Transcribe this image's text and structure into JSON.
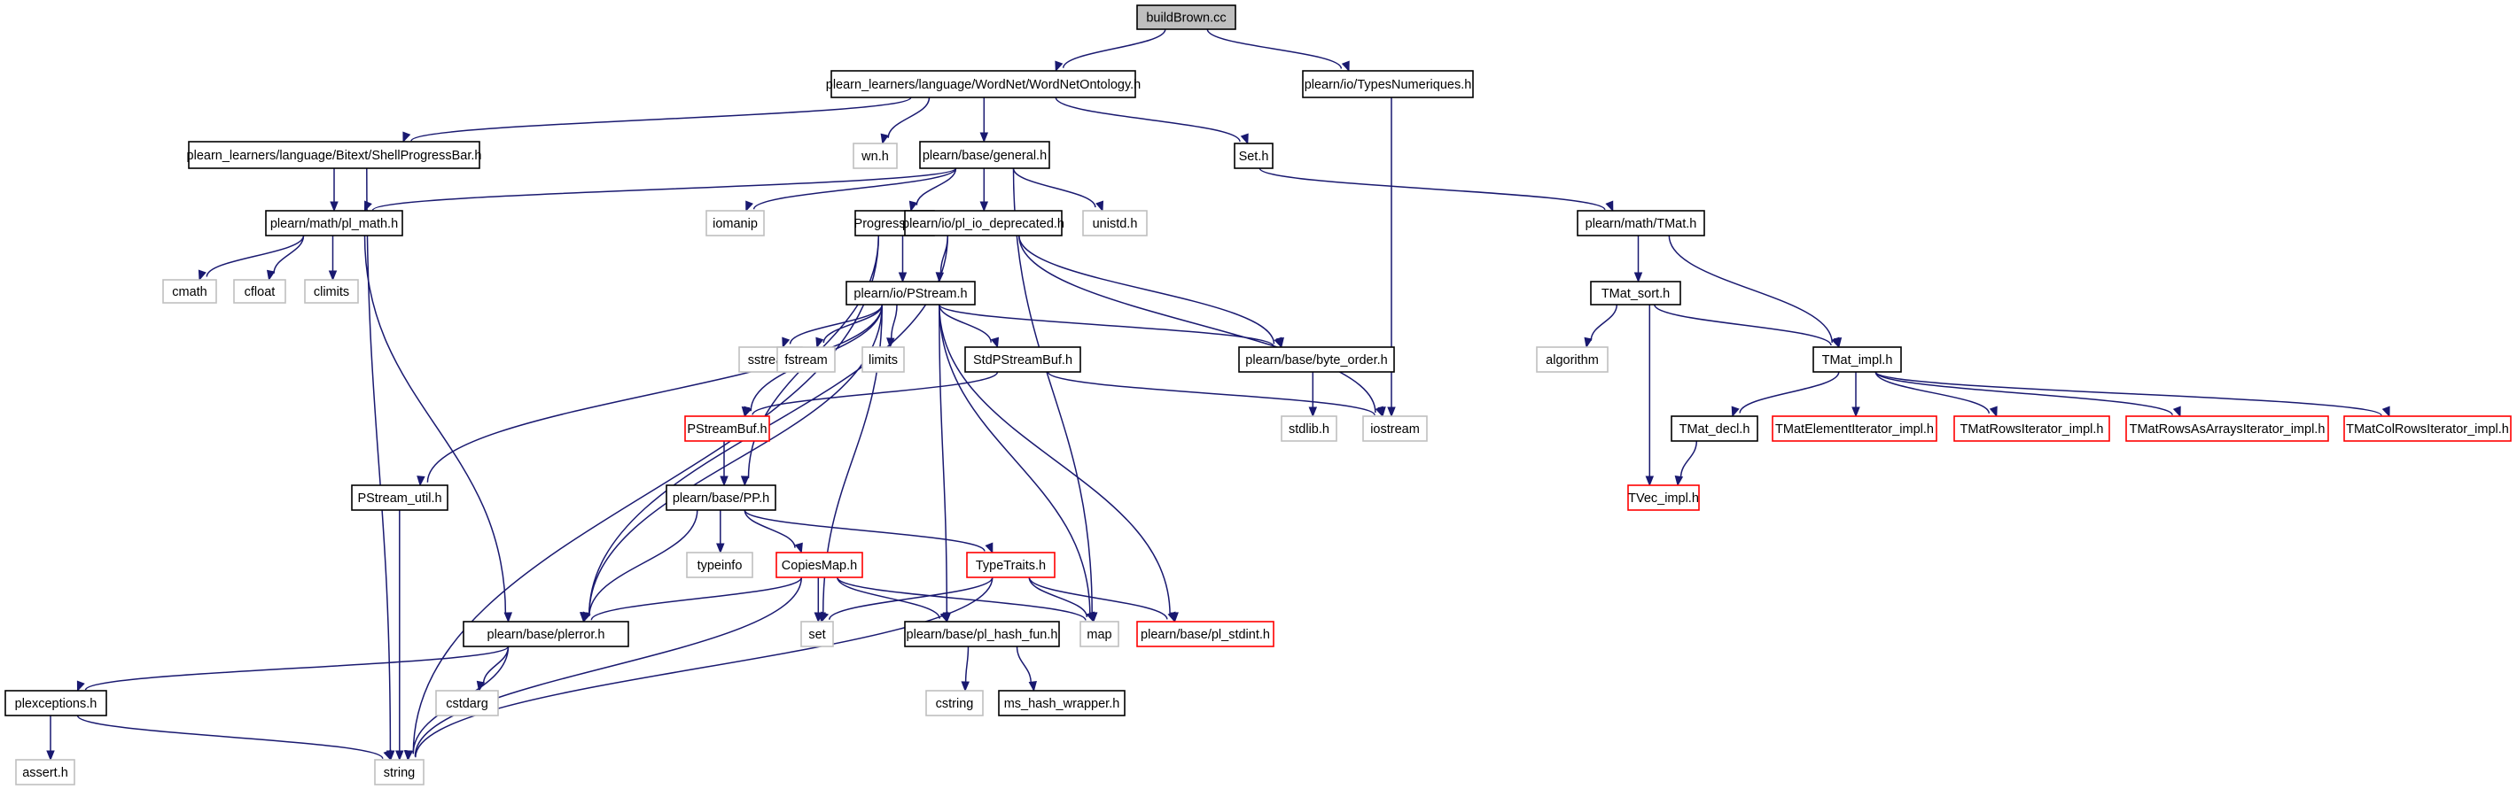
{
  "graph": {
    "title": "buildBrown.cc",
    "colors": {
      "edge": "#191970",
      "root_fill": "#bfbfbf",
      "normal_border": "#000000",
      "missing_border": "#bfbfbf",
      "truncated_border": "#ff0000"
    },
    "nodes": [
      {
        "id": "buildBrown",
        "label": "buildBrown.cc",
        "kind": "root"
      },
      {
        "id": "wordnetonto",
        "label": "plearn_learners/language/WordNet/WordNetOntology.h",
        "kind": "normal"
      },
      {
        "id": "typesnum",
        "label": "plearn/io/TypesNumeriques.h",
        "kind": "normal"
      },
      {
        "id": "shellprog",
        "label": "plearn_learners/language/Bitext/ShellProgressBar.h",
        "kind": "normal"
      },
      {
        "id": "wnh",
        "label": "wn.h",
        "kind": "missing"
      },
      {
        "id": "general",
        "label": "plearn/base/general.h",
        "kind": "normal"
      },
      {
        "id": "seth",
        "label": "Set.h",
        "kind": "normal"
      },
      {
        "id": "plmath",
        "label": "plearn/math/pl_math.h",
        "kind": "normal"
      },
      {
        "id": "iomanip",
        "label": "iomanip",
        "kind": "missing"
      },
      {
        "id": "progressbar",
        "label": "ProgressBar.h",
        "kind": "normal"
      },
      {
        "id": "pliodep",
        "label": "plearn/io/pl_io_deprecated.h",
        "kind": "normal"
      },
      {
        "id": "unistd",
        "label": "unistd.h",
        "kind": "missing"
      },
      {
        "id": "tmat",
        "label": "plearn/math/TMat.h",
        "kind": "normal"
      },
      {
        "id": "cmath",
        "label": "cmath",
        "kind": "missing"
      },
      {
        "id": "cfloat",
        "label": "cfloat",
        "kind": "missing"
      },
      {
        "id": "climits",
        "label": "climits",
        "kind": "missing"
      },
      {
        "id": "pstream",
        "label": "plearn/io/PStream.h",
        "kind": "normal"
      },
      {
        "id": "tmatsort",
        "label": "TMat_sort.h",
        "kind": "normal"
      },
      {
        "id": "sstream",
        "label": "sstream",
        "kind": "missing"
      },
      {
        "id": "fstream",
        "label": "fstream",
        "kind": "missing"
      },
      {
        "id": "limits",
        "label": "limits",
        "kind": "missing"
      },
      {
        "id": "stdpsbuf",
        "label": "StdPStreamBuf.h",
        "kind": "normal"
      },
      {
        "id": "byteorder",
        "label": "plearn/base/byte_order.h",
        "kind": "normal"
      },
      {
        "id": "algorithm",
        "label": "algorithm",
        "kind": "missing"
      },
      {
        "id": "tmatimpl",
        "label": "TMat_impl.h",
        "kind": "normal"
      },
      {
        "id": "psbuf",
        "label": "PStreamBuf.h",
        "kind": "truncated"
      },
      {
        "id": "stdlib",
        "label": "stdlib.h",
        "kind": "missing"
      },
      {
        "id": "iostream",
        "label": "iostream",
        "kind": "missing"
      },
      {
        "id": "tmatdecl",
        "label": "TMat_decl.h",
        "kind": "normal"
      },
      {
        "id": "tmatelit",
        "label": "TMatElementIterator_impl.h",
        "kind": "truncated"
      },
      {
        "id": "tmatrowsit",
        "label": "TMatRowsIterator_impl.h",
        "kind": "truncated"
      },
      {
        "id": "tmatrowsarr",
        "label": "TMatRowsAsArraysIterator_impl.h",
        "kind": "truncated"
      },
      {
        "id": "tmatcolrows",
        "label": "TMatColRowsIterator_impl.h",
        "kind": "truncated"
      },
      {
        "id": "psutil",
        "label": "PStream_util.h",
        "kind": "normal"
      },
      {
        "id": "pp",
        "label": "plearn/base/PP.h",
        "kind": "normal"
      },
      {
        "id": "tvecimpl",
        "label": "TVec_impl.h",
        "kind": "truncated"
      },
      {
        "id": "typeinfo",
        "label": "typeinfo",
        "kind": "missing"
      },
      {
        "id": "copiesmap",
        "label": "CopiesMap.h",
        "kind": "truncated"
      },
      {
        "id": "typetraits",
        "label": "TypeTraits.h",
        "kind": "truncated"
      },
      {
        "id": "plerror",
        "label": "plearn/base/plerror.h",
        "kind": "normal"
      },
      {
        "id": "set",
        "label": "set",
        "kind": "missing"
      },
      {
        "id": "plhashfun",
        "label": "plearn/base/pl_hash_fun.h",
        "kind": "normal"
      },
      {
        "id": "map",
        "label": "map",
        "kind": "missing"
      },
      {
        "id": "plstdint",
        "label": "plearn/base/pl_stdint.h",
        "kind": "truncated"
      },
      {
        "id": "plexceptions",
        "label": "plexceptions.h",
        "kind": "normal"
      },
      {
        "id": "cstdarg",
        "label": "cstdarg",
        "kind": "missing"
      },
      {
        "id": "cstring",
        "label": "cstring",
        "kind": "missing"
      },
      {
        "id": "mshash",
        "label": "ms_hash_wrapper.h",
        "kind": "normal"
      },
      {
        "id": "asserth",
        "label": "assert.h",
        "kind": "missing"
      },
      {
        "id": "string",
        "label": "string",
        "kind": "missing"
      }
    ],
    "edges": [
      [
        "buildBrown",
        "wordnetonto"
      ],
      [
        "buildBrown",
        "typesnum"
      ],
      [
        "wordnetonto",
        "shellprog"
      ],
      [
        "wordnetonto",
        "wnh"
      ],
      [
        "wordnetonto",
        "general"
      ],
      [
        "wordnetonto",
        "seth"
      ],
      [
        "typesnum",
        "iostream"
      ],
      [
        "shellprog",
        "plmath"
      ],
      [
        "shellprog",
        "string"
      ],
      [
        "general",
        "plmath"
      ],
      [
        "general",
        "iomanip"
      ],
      [
        "general",
        "progressbar"
      ],
      [
        "general",
        "pliodep"
      ],
      [
        "general",
        "unistd"
      ],
      [
        "general",
        "map"
      ],
      [
        "seth",
        "tmat"
      ],
      [
        "plmath",
        "cmath"
      ],
      [
        "plmath",
        "cfloat"
      ],
      [
        "plmath",
        "climits"
      ],
      [
        "plmath",
        "plerror"
      ],
      [
        "progressbar",
        "pstream"
      ],
      [
        "progressbar",
        "pp"
      ],
      [
        "progressbar",
        "string"
      ],
      [
        "pliodep",
        "pstream"
      ],
      [
        "pliodep",
        "byteorder"
      ],
      [
        "pliodep",
        "iostream"
      ],
      [
        "pliodep",
        "plerror"
      ],
      [
        "tmat",
        "tmatsort"
      ],
      [
        "tmat",
        "tmatimpl"
      ],
      [
        "tmatsort",
        "algorithm"
      ],
      [
        "tmatsort",
        "tmatimpl"
      ],
      [
        "tmatsort",
        "tvecimpl"
      ],
      [
        "pstream",
        "psutil"
      ],
      [
        "pstream",
        "psbuf"
      ],
      [
        "pstream",
        "sstream"
      ],
      [
        "pstream",
        "fstream"
      ],
      [
        "pstream",
        "limits"
      ],
      [
        "pstream",
        "stdpsbuf"
      ],
      [
        "pstream",
        "byteorder"
      ],
      [
        "pstream",
        "plerror"
      ],
      [
        "pstream",
        "set"
      ],
      [
        "pstream",
        "plhashfun"
      ],
      [
        "pstream",
        "map"
      ],
      [
        "pstream",
        "plstdint"
      ],
      [
        "stdpsbuf",
        "psbuf"
      ],
      [
        "stdpsbuf",
        "iostream"
      ],
      [
        "byteorder",
        "stdlib"
      ],
      [
        "tmatimpl",
        "tmatdecl"
      ],
      [
        "tmatimpl",
        "tmatelit"
      ],
      [
        "tmatimpl",
        "tmatrowsit"
      ],
      [
        "tmatimpl",
        "tmatrowsarr"
      ],
      [
        "tmatimpl",
        "tmatcolrows"
      ],
      [
        "tmatdecl",
        "tvecimpl"
      ],
      [
        "psbuf",
        "pp"
      ],
      [
        "psutil",
        "string"
      ],
      [
        "pp",
        "typeinfo"
      ],
      [
        "pp",
        "copiesmap"
      ],
      [
        "pp",
        "typetraits"
      ],
      [
        "pp",
        "plerror"
      ],
      [
        "copiesmap",
        "plerror"
      ],
      [
        "copiesmap",
        "set"
      ],
      [
        "copiesmap",
        "plhashfun"
      ],
      [
        "copiesmap",
        "map"
      ],
      [
        "copiesmap",
        "string"
      ],
      [
        "typetraits",
        "set"
      ],
      [
        "typetraits",
        "map"
      ],
      [
        "typetraits",
        "plstdint"
      ],
      [
        "typetraits",
        "string"
      ],
      [
        "plerror",
        "plexceptions"
      ],
      [
        "plerror",
        "cstdarg"
      ],
      [
        "plerror",
        "string"
      ],
      [
        "plhashfun",
        "cstring"
      ],
      [
        "plhashfun",
        "mshash"
      ],
      [
        "plexceptions",
        "asserth"
      ],
      [
        "plexceptions",
        "string"
      ]
    ]
  }
}
